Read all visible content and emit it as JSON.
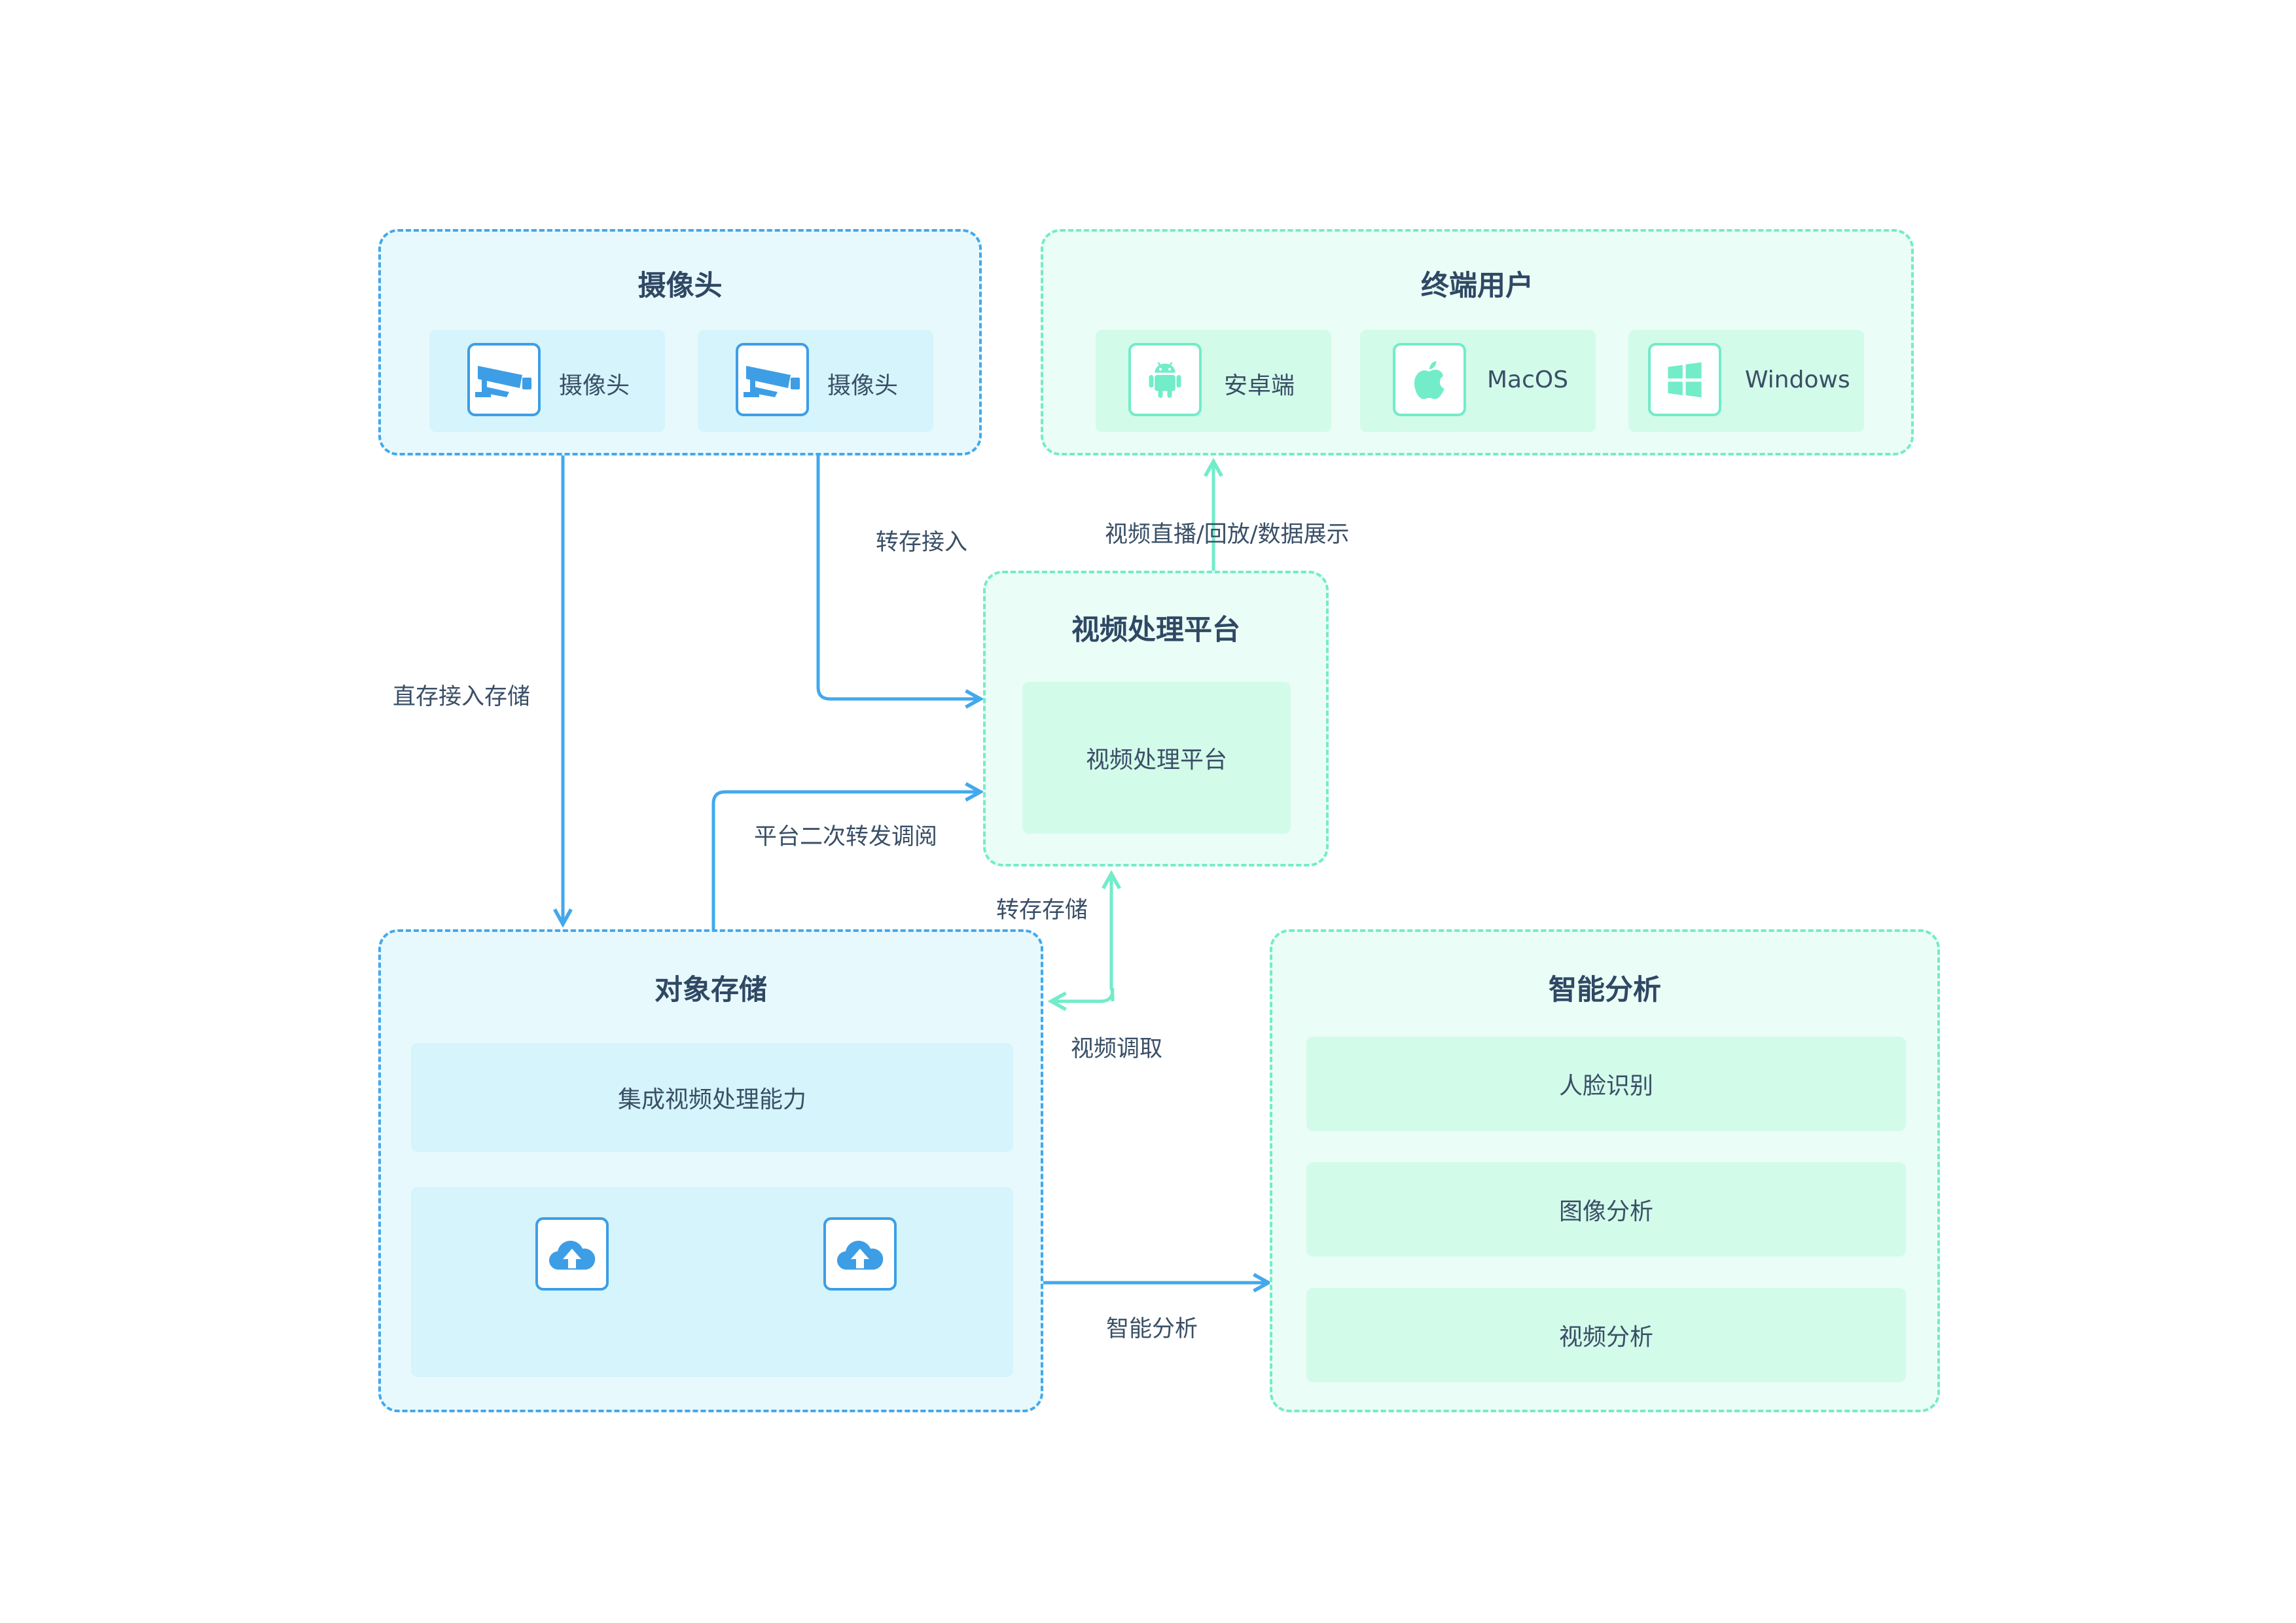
{
  "groups": {
    "camera": {
      "title": "摄像头",
      "items": [
        {
          "label": "摄像头",
          "icon": "security-camera-icon"
        },
        {
          "label": "摄像头",
          "icon": "security-camera-icon"
        }
      ]
    },
    "terminal": {
      "title": "终端用户",
      "items": [
        {
          "label": "安卓端",
          "icon": "android-icon"
        },
        {
          "label": "MacOS",
          "icon": "apple-icon"
        },
        {
          "label": "Windows",
          "icon": "windows-icon"
        }
      ]
    },
    "platform": {
      "title": "视频处理平台",
      "inner": "视频处理平台"
    },
    "storage": {
      "title": "对象存储",
      "inner": "集成视频处理能力",
      "icons": [
        "cloud-upload-icon",
        "cloud-upload-icon"
      ]
    },
    "analysis": {
      "title": "智能分析",
      "items": [
        "人脸识别",
        "图像分析",
        "视频分析"
      ]
    }
  },
  "edges": {
    "direct_store": "直存接入存储",
    "transfer_access": "转存接入",
    "live_playback": "视频直播/回放/数据展示",
    "platform_forward": "平台二次转发调阅",
    "transfer_store": "转存存储",
    "video_fetch": "视频调取",
    "smart_analysis": "智能分析"
  },
  "colors": {
    "blue_accent": "#43a8ec",
    "green_accent": "#72ecc9",
    "blue_fill": "#e8f9fd",
    "green_fill": "#eafdf6",
    "title_text": "#2f4864"
  }
}
